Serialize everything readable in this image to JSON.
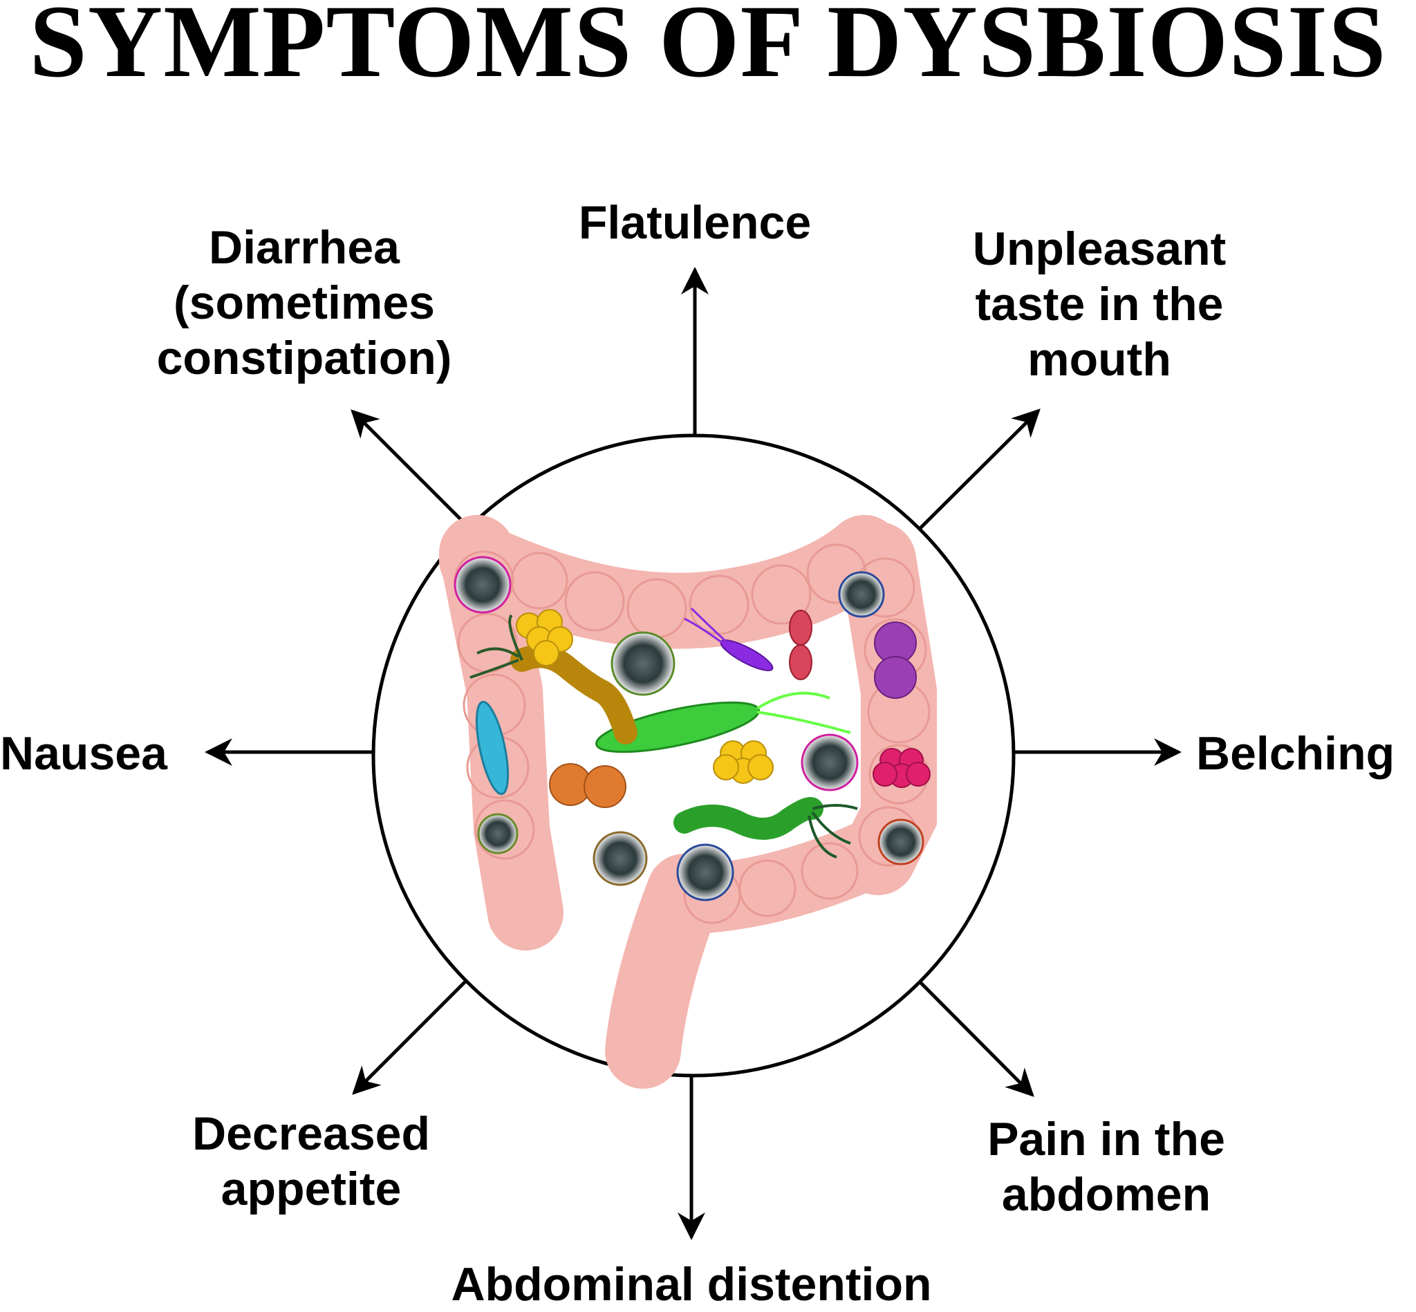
{
  "title": "SYMPTOMS OF DYSBIOSIS",
  "symptoms": {
    "flatulence": [
      "Flatulence"
    ],
    "unpleasant_taste": [
      "Unpleasant",
      "taste in the",
      "mouth"
    ],
    "belching": [
      "Belching"
    ],
    "pain_abdomen": [
      "Pain in the",
      "abdomen"
    ],
    "abdominal_distention": [
      "Abdominal distention"
    ],
    "decreased_appetite": [
      "Decreased",
      "appetite"
    ],
    "nausea": [
      "Nausea"
    ],
    "diarrhea": [
      "Diarrhea",
      "(sometimes",
      "constipation)"
    ]
  },
  "colors": {
    "intestine": "#f4b6b0",
    "intestine_edge": "#e89a94",
    "arrow": "#000000"
  }
}
